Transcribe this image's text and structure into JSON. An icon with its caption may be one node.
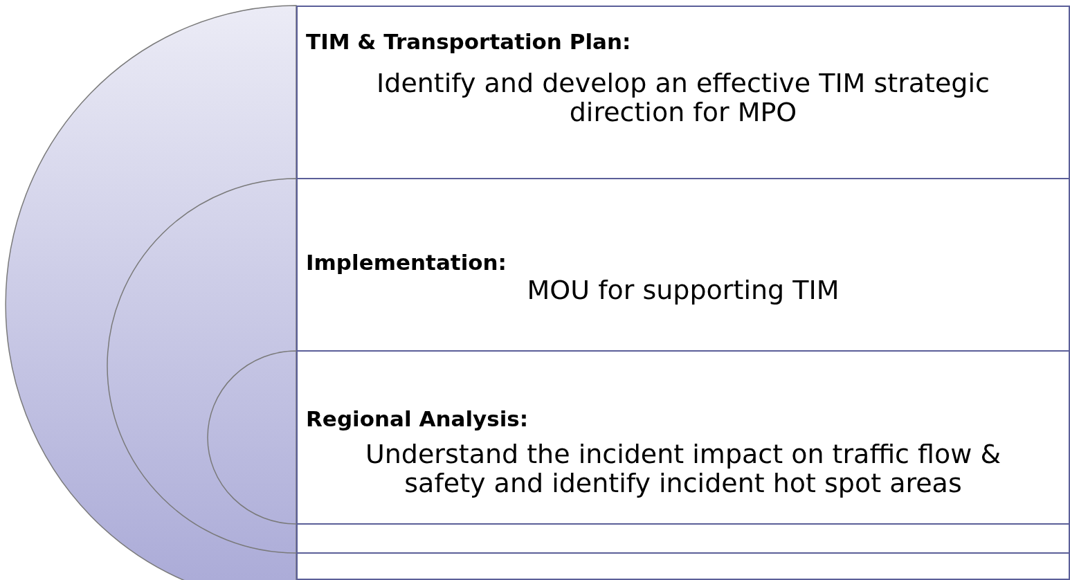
{
  "diagram": {
    "nodes": [
      {
        "text": [
          "TIM & Transportation Plan:",
          "Identify and develop an effective TIM strategic direction for MPO"
        ]
      },
      {
        "text": [
          "Implementation:",
          "MOU for supporting TIM"
        ]
      },
      {
        "text": [
          "Regional Analysis:",
          "Understand the incident impact on traffic flow & safety and identify incident hot spot areas"
        ]
      },
      {
        "text": [],
        "shape": "box"
      },
      {
        "text": [],
        "shape": "box"
      }
    ]
  }
}
